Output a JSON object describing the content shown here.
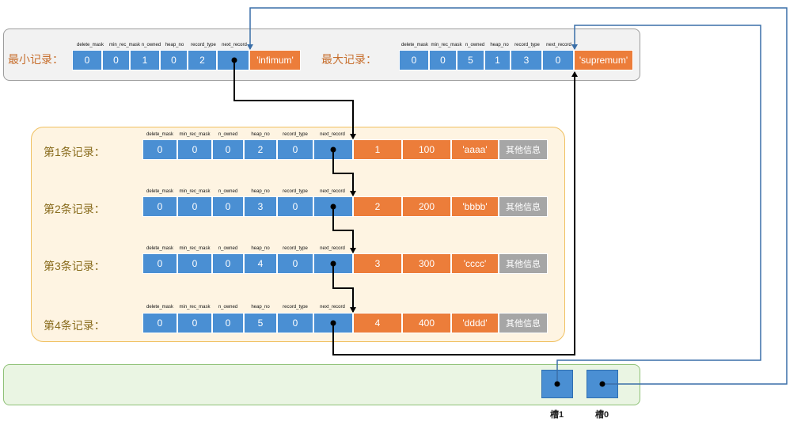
{
  "headers": {
    "delete_mask": "delete_mask",
    "min_rec_mask": "min_rec_mask",
    "n_owned": "n_owned",
    "heap_no": "heap_no",
    "record_type": "record_type",
    "next_record": "next_record"
  },
  "infimum": {
    "label": "最小记录：",
    "values": [
      "0",
      "0",
      "1",
      "0",
      "2"
    ],
    "data": "'infimum'"
  },
  "supremum": {
    "label": "最大记录：",
    "values": [
      "0",
      "0",
      "5",
      "1",
      "3",
      "0"
    ],
    "data": "'supremum'"
  },
  "records": [
    {
      "label": "第1条记录：",
      "values": [
        "0",
        "0",
        "0",
        "2",
        "0"
      ],
      "data": [
        "1",
        "100",
        "'aaaa'"
      ],
      "extra": "其他信息"
    },
    {
      "label": "第2条记录：",
      "values": [
        "0",
        "0",
        "0",
        "3",
        "0"
      ],
      "data": [
        "2",
        "200",
        "'bbbb'"
      ],
      "extra": "其他信息"
    },
    {
      "label": "第3条记录：",
      "values": [
        "0",
        "0",
        "0",
        "4",
        "0"
      ],
      "data": [
        "3",
        "300",
        "'cccc'"
      ],
      "extra": "其他信息"
    },
    {
      "label": "第4条记录：",
      "values": [
        "0",
        "0",
        "0",
        "5",
        "0"
      ],
      "data": [
        "4",
        "400",
        "'dddd'"
      ],
      "extra": "其他信息"
    }
  ],
  "slots": [
    {
      "label": "槽1"
    },
    {
      "label": "槽0"
    }
  ],
  "colors": {
    "header_field": "#4a8fd3",
    "data_field": "#ec7d3a",
    "extra_info": "#a6a6a6",
    "record_pointer": "#000000",
    "slot_pointer": "#3a6fa8"
  }
}
